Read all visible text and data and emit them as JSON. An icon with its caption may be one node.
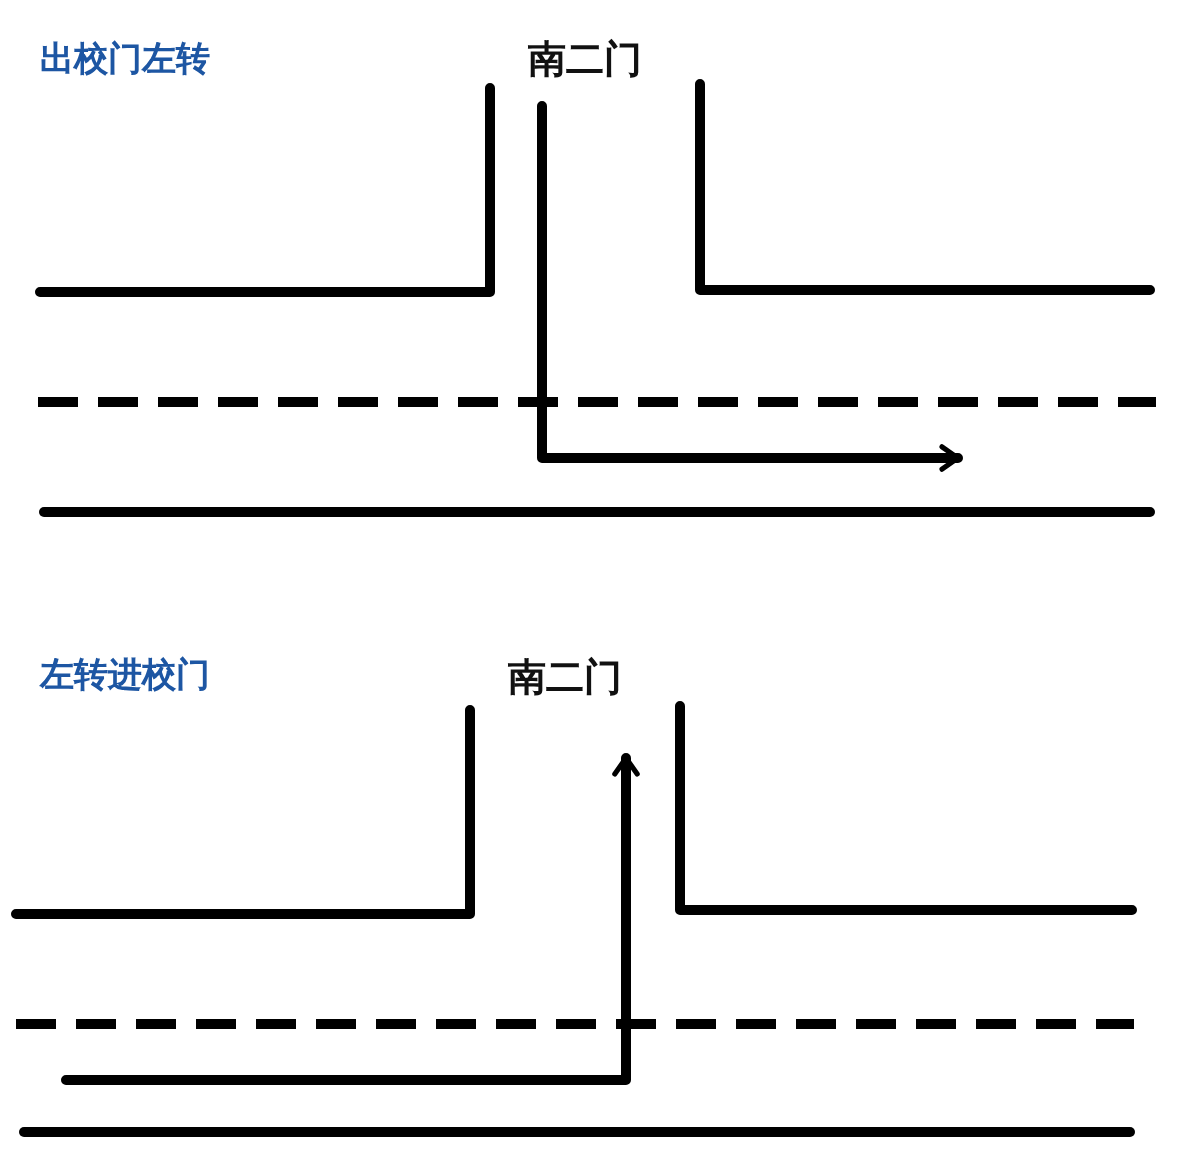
{
  "diagram": {
    "labels": [
      "出校门左转",
      "南二门",
      "左转进校门",
      "南二门"
    ]
  }
}
